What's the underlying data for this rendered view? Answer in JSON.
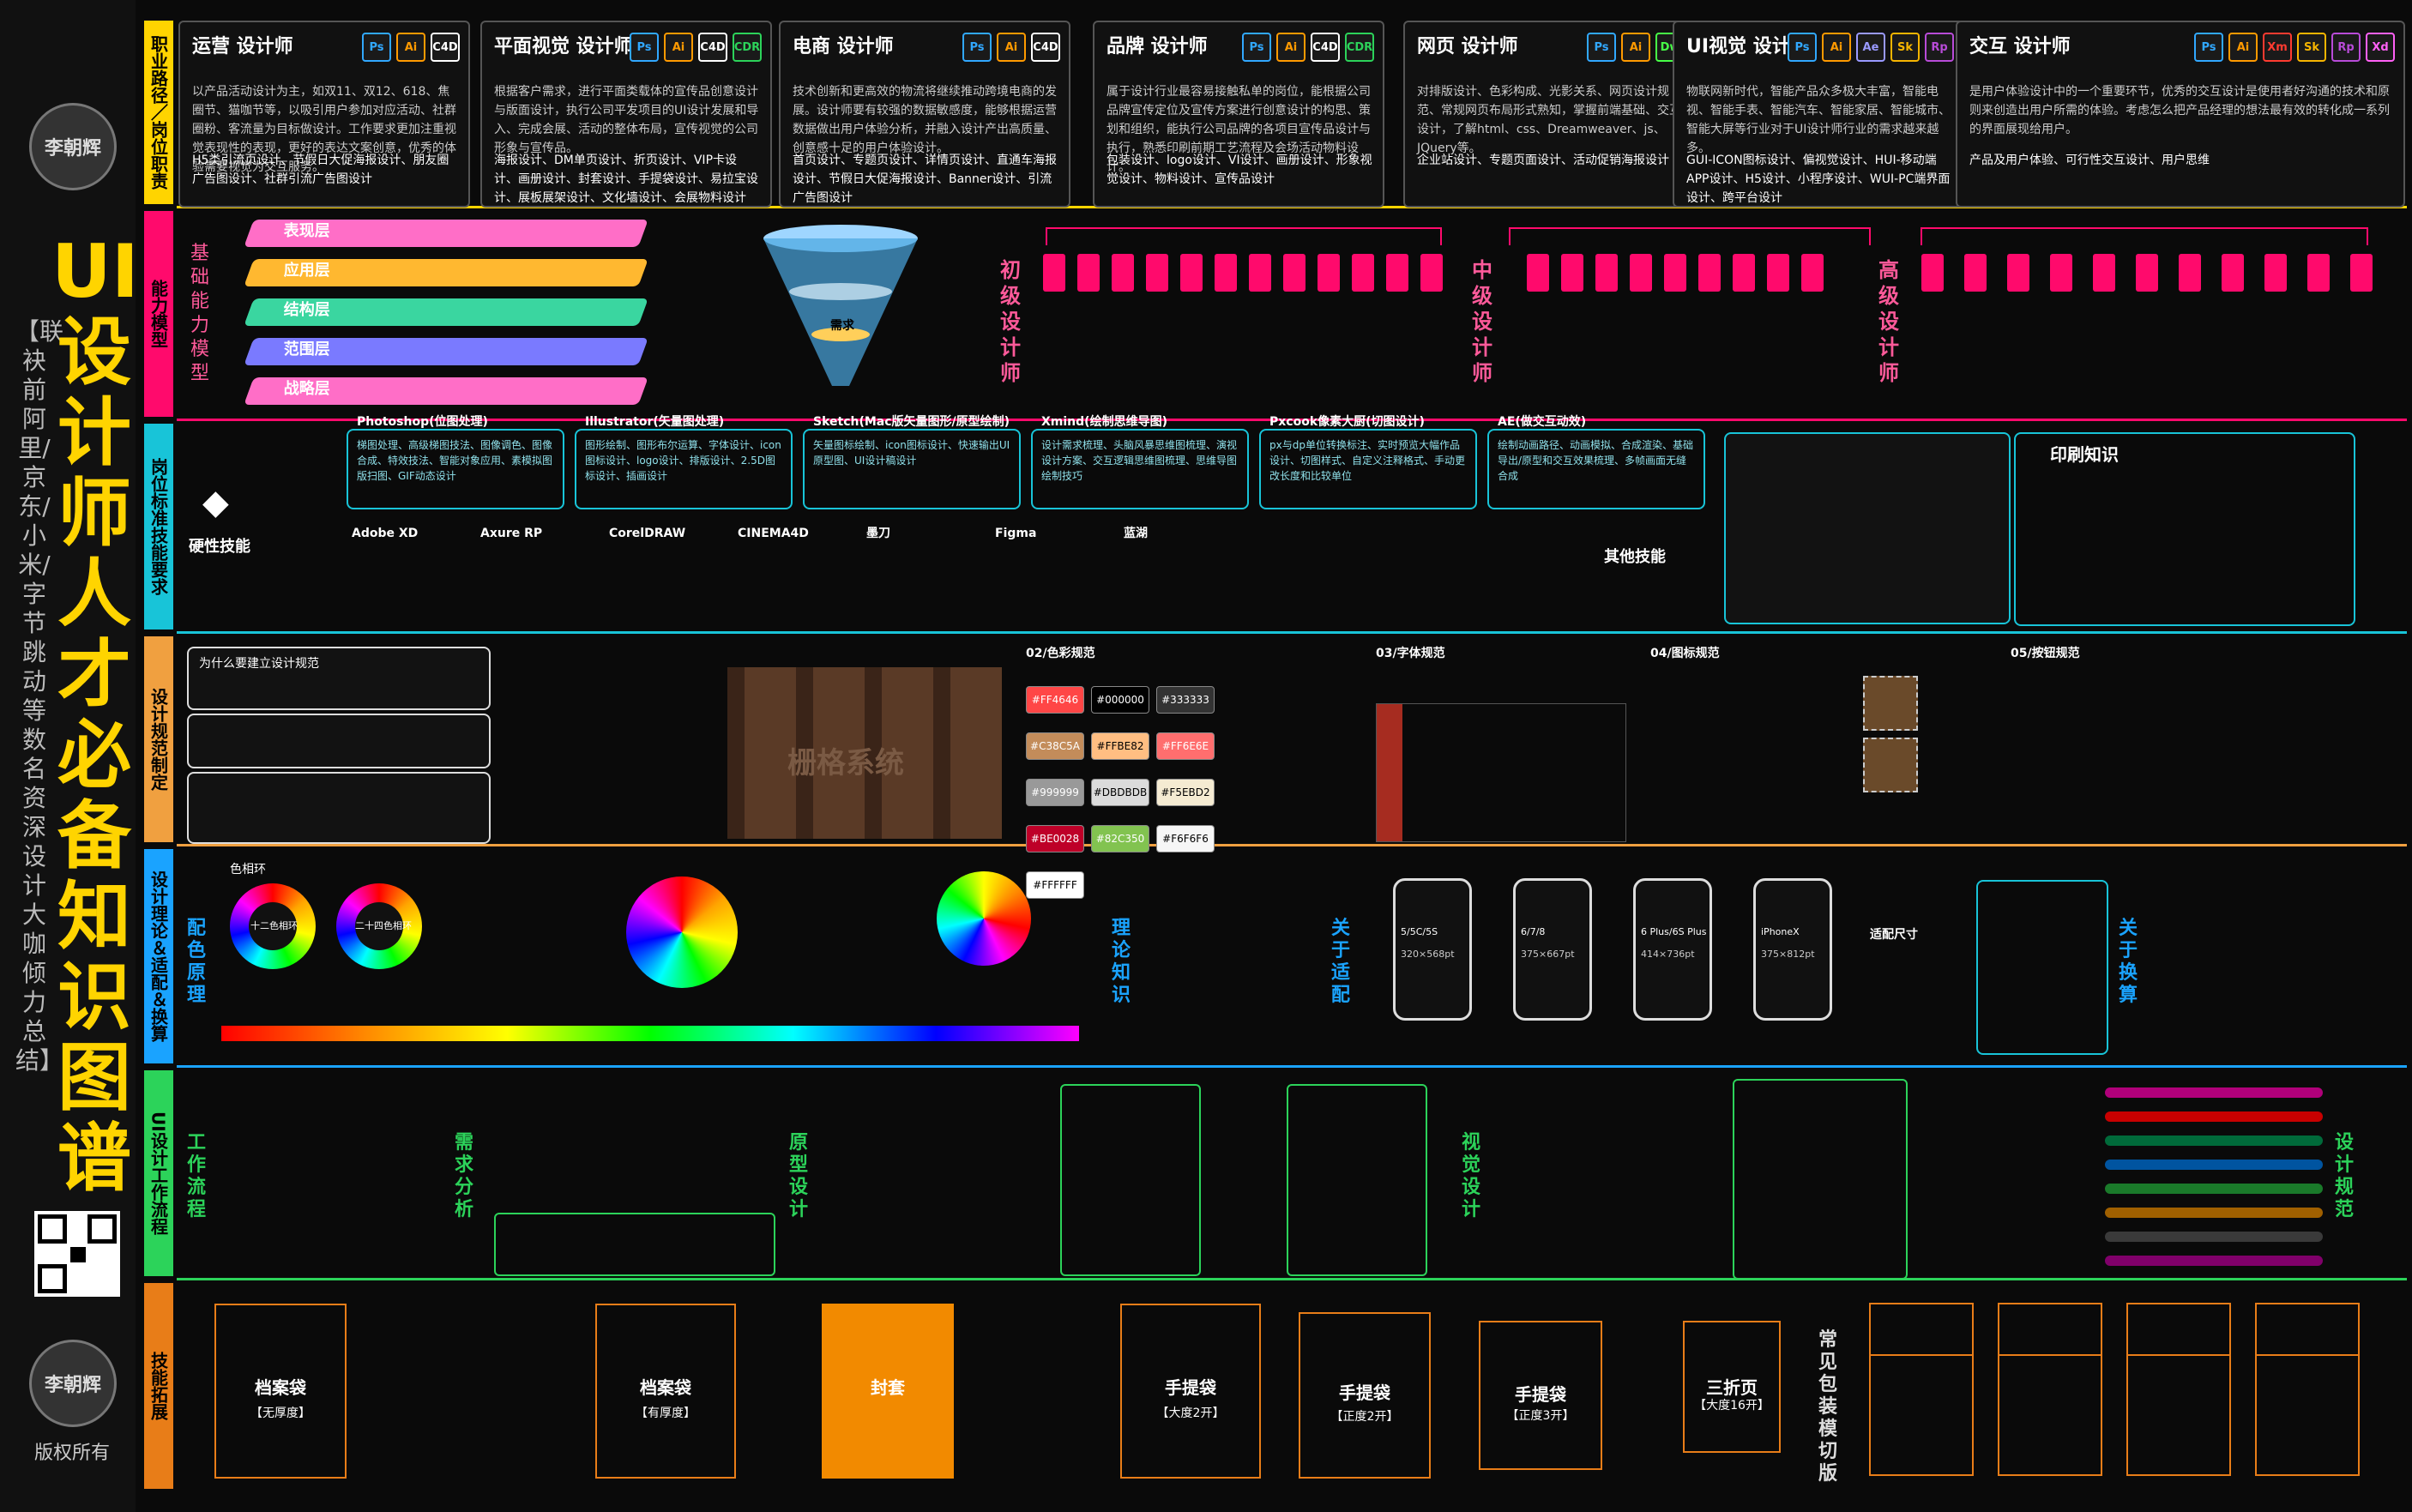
{
  "poster": {
    "title": "UI设计师人才必备知识图谱",
    "subtitle": "【联袂前阿里/京东/小米/字节跳动等数名资深设计大咖倾力总结】",
    "rights": "版权所有",
    "stamp": "李朝辉"
  },
  "rows": {
    "career": "职业路径／岗位职责",
    "ability": "能力模型",
    "skills": "岗位标准技能要求",
    "spec": "设计规范制定",
    "theory": "设计理论＆适配＆换算",
    "flow": "UI设计工作流程",
    "extend": "技能拓展"
  },
  "jobs": [
    {
      "name": "运营",
      "sub": "设计师",
      "apps": [
        "Ps",
        "Ai",
        "C4D"
      ],
      "desc": "以产品活动设计为主，如双11、双12、618、焦圈节、猫咖节等，以吸引用户参加对应活动、社群圈粉、客流量为目标做设计。工作要求更加注重视觉表现性的表现，更好的表达文案创意，优秀的体验需要视觉为交互服务。",
      "extra": "H5类引流页设计、节假日大促海报设计、朋友圈广告图设计、社群引流广告图设计"
    },
    {
      "name": "平面视觉",
      "sub": "设计师",
      "apps": [
        "Ps",
        "Ai",
        "C4D",
        "CDR"
      ],
      "desc": "根据客户需求，进行平面类载体的宣传品创意设计与版面设计，执行公司平发项目的UI设计发展和导入、完成会展、活动的整体布局，宣传视觉的公司形象与宣传品。",
      "extra": "海报设计、DM单页设计、折页设计、VIP卡设计、画册设计、封套设计、手提袋设计、易拉宝设计、展板展架设计、文化墙设计、会展物料设计"
    },
    {
      "name": "电商",
      "sub": "设计师",
      "apps": [
        "Ps",
        "Ai",
        "C4D"
      ],
      "desc": "技术创新和更高效的物流将继续推动跨境电商的发展。设计师要有较强的数据敏感度，能够根据运营数据做出用户体验分析，并融入设计产出高质量、创意感十足的用户体验设计。",
      "extra": "首页设计、专题页设计、详情页设计、直通车海报设计、节假日大促海报设计、Banner设计、引流广告图设计"
    },
    {
      "name": "品牌",
      "sub": "设计师",
      "apps": [
        "Ps",
        "Ai",
        "C4D",
        "CDR"
      ],
      "desc": "属于设计行业最容易接触私单的岗位，能根据公司品牌宣传定位及宣传方案进行创意设计的构思、策划和组织，能执行公司品牌的各项目宣传品设计与执行，熟悉印刷前期工艺流程及会场活动物料设计。",
      "extra": "包装设计、logo设计、VI设计、画册设计、形象视觉设计、物料设计、宣传品设计"
    },
    {
      "name": "网页",
      "sub": "设计师",
      "apps": [
        "Ps",
        "Ai",
        "Dw"
      ],
      "desc": "对排版设计、色彩构成、光影关系、网页设计规范、常规网页布局形式熟知，掌握前端基础、交互设计，了解html、css、Dreamweaver、js、JQuery等。",
      "extra": "企业站设计、专题页面设计、活动促销海报设计"
    },
    {
      "name": "UI视觉",
      "sub": "设计师",
      "apps": [
        "Ps",
        "Ai",
        "Ae",
        "Sk",
        "Rp"
      ],
      "desc": "物联网新时代，智能产品众多极大丰富，智能电视、智能手表、智能汽车、智能家居、智能城市、智能大屏等行业对于UI设计师行业的需求越来越多。",
      "extra": "GUI-ICON图标设计、偏视觉设计、HUI-移动端APP设计、H5设计、小程序设计、WUI-PC端界面设计、跨平台设计"
    },
    {
      "name": "交互",
      "sub": "设计师",
      "apps": [
        "Ps",
        "Ai",
        "Xm",
        "Sk",
        "Rp",
        "Xd"
      ],
      "desc": "是用户体验设计中的一个重要环节，优秀的交互设计是使用者好沟通的技术和原则来创造出用户所需的体验。考虑怎么把产品经理的想法最有效的转化成一系列的界面展现给用户。",
      "extra": "产品及用户体验、可行性交互设计、用户思维"
    }
  ],
  "ability": {
    "title": "基础能力模型",
    "layers": [
      "表现层",
      "应用层",
      "结构层",
      "范围层",
      "战略层"
    ],
    "levels": [
      "初级设计师",
      "中级设计师",
      "高级设计师"
    ],
    "funnel_title": "需求",
    "hard": "硬性技能",
    "soft": "其他技能",
    "print": "印刷知识"
  },
  "tools": [
    {
      "name": "Photoshop(位图处理)",
      "desc": "梯图处理、高级梯图技法、图像调色、图像合成、特效技法、智能对象应用、素模拟图版扫图、GIF动态设计"
    },
    {
      "name": "Illustrator(矢量图处理)",
      "desc": "图形绘制、图形布尔运算、字体设计、icon图标设计、logo设计、排版设计、2.5D图标设计、插画设计"
    },
    {
      "name": "Sketch(Mac版矢量图形/原型绘制)",
      "desc": "矢量图标绘制、icon图标设计、快速输出UI原型图、UI设计稿设计"
    },
    {
      "name": "Xmind(绘制思维导图)",
      "desc": "设计需求梳理、头脑风暴思维图梳理、演视设计方案、交互逻辑思维图梳理、思维导图绘制技巧"
    },
    {
      "name": "Pxcook像素大厨(切图设计)",
      "desc": "px与dp单位转换标注、实时预览大幅作品设计、切图样式、自定义注释格式、手动更改长度和比较单位"
    },
    {
      "name": "AE(做交互动效)",
      "desc": "绘制动画路径、动画模拟、合成渲染、基础导出/原型和交互效果梳理、多帧画面无缝合成"
    }
  ],
  "other_tools": [
    "Adobe XD",
    "Axure RP",
    "CorelDRAW",
    "CINEMA4D",
    "墨刀",
    "Figma",
    "蓝湖"
  ],
  "spec": {
    "why": "为什么要建立设计规范",
    "grid": "栅格系统",
    "color_title": "02/色彩规范",
    "type_title": "03/字体规范",
    "icon_title": "04/图标规范",
    "btn_title": "05/按钮规范",
    "colors": [
      "#FF4646",
      "#000000",
      "#333333",
      "#C38C5A",
      "#FFBE82",
      "#FF6E6E",
      "#999999",
      "#DBDBDB",
      "#F5EBD2",
      "#BE0028",
      "#82C350",
      "#F6F6F6",
      "#FFFFFF"
    ]
  },
  "theory": {
    "wheel": "色相环",
    "twelve": "十二色相环",
    "twentyfour": "二十四色相环",
    "principle": "配色原理",
    "knowledge": "理论知识",
    "adapt": "关于适配",
    "convert": "关于换算",
    "screens": [
      "5/5C/5S",
      "6/7/8",
      "6 Plus/6S Plus",
      "iPhoneX"
    ],
    "sizes": [
      "320×568pt",
      "375×667pt",
      "414×736pt",
      "375×812pt"
    ],
    "adapt_size": "适配尺寸"
  },
  "flow": {
    "demand": "需求分析",
    "proto": "原型设计",
    "visual": "视觉设计",
    "design_spec": "设计规范",
    "work": "工作流程"
  },
  "packaging": [
    {
      "name": "档案袋",
      "sub": "【无厚度】"
    },
    {
      "name": "档案袋",
      "sub": "【有厚度】"
    },
    {
      "name": "封套",
      "sub": ""
    },
    {
      "name": "手提袋",
      "sub": "【大度2开】"
    },
    {
      "name": "手提袋",
      "sub": "【正度2开】"
    },
    {
      "name": "手提袋",
      "sub": "【正度3开】"
    },
    {
      "name": "三折页",
      "sub": "【大度16开】"
    }
  ],
  "packaging_title": "常见包装模切版",
  "colors": {
    "yellow": "#ffd400",
    "pink": "#ff0a6c",
    "cyan": "#18c4d8",
    "orange": "#e87d18",
    "green": "#2cd35a"
  }
}
